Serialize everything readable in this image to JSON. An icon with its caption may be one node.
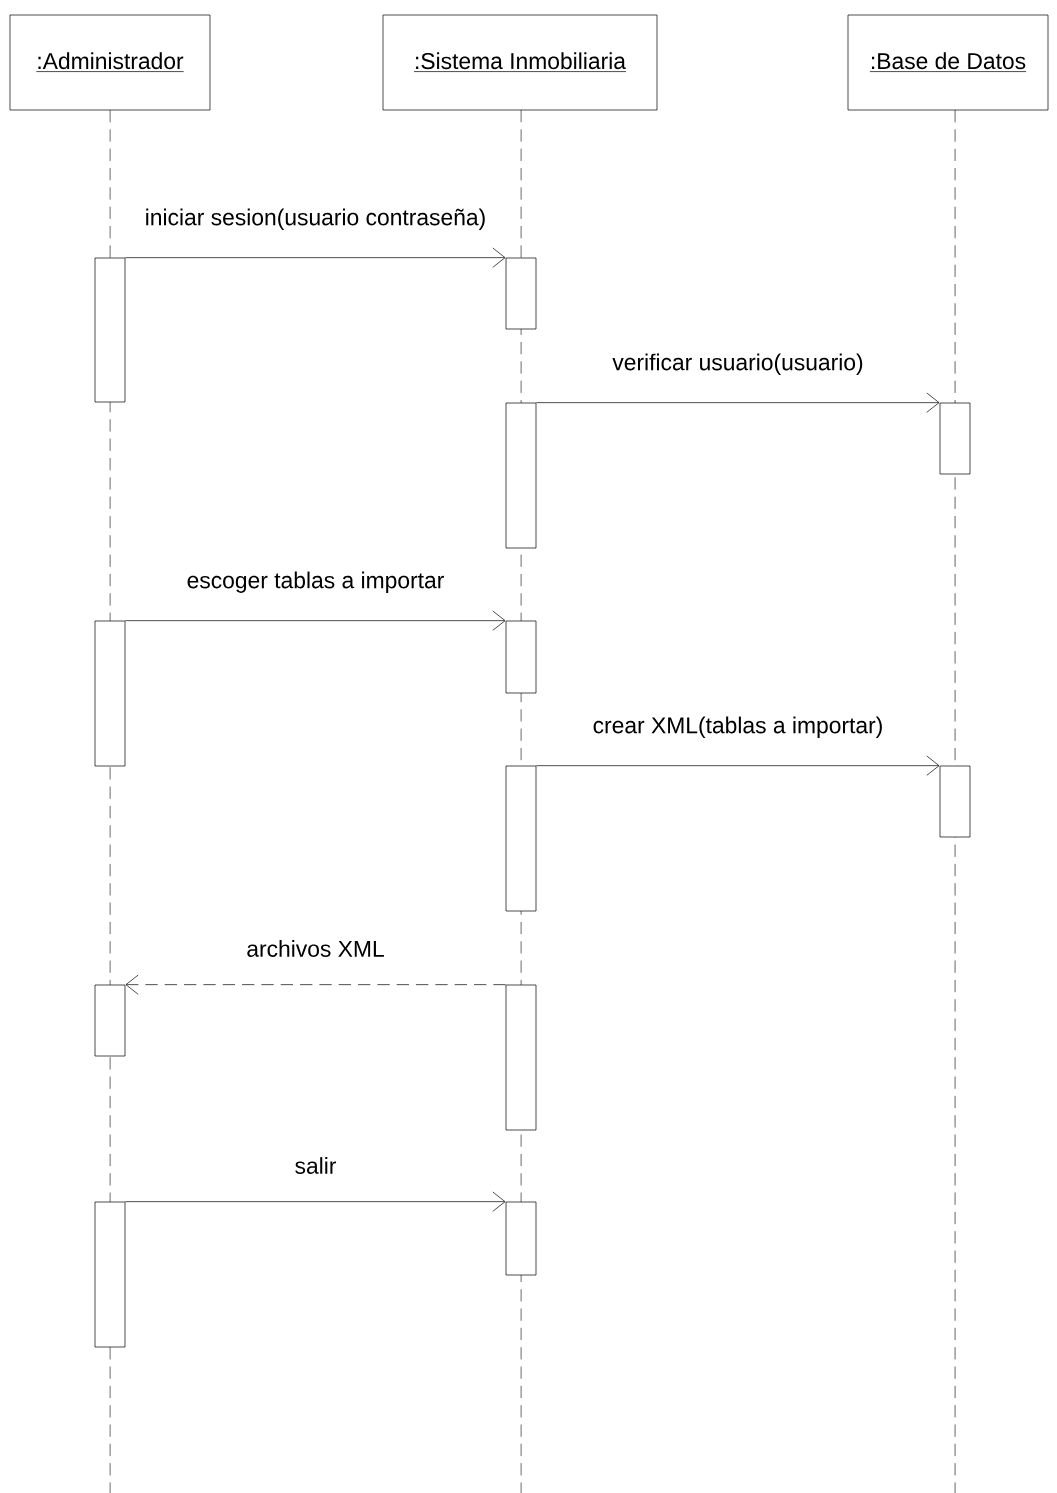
{
  "diagram": {
    "nodes": [
      {
        "text": [
          ":Administrador"
        ]
      },
      {
        "text": [
          ":Sistema Inmobiliaria"
        ]
      },
      {
        "text": [
          ":Base de Datos"
        ]
      },
      {
        "text": [],
        "shape": "bar"
      },
      {
        "text": [],
        "shape": "bar"
      },
      {
        "text": [],
        "shape": "bar"
      },
      {
        "text": [],
        "shape": "bar"
      },
      {
        "text": [],
        "shape": "bar"
      },
      {
        "text": [],
        "shape": "bar"
      },
      {
        "text": [],
        "shape": "bar"
      },
      {
        "text": [],
        "shape": "bar"
      },
      {
        "text": [],
        "shape": "bar"
      },
      {
        "text": [],
        "shape": "bar"
      },
      {
        "text": [],
        "shape": "bar"
      },
      {
        "text": [],
        "shape": "bar"
      }
    ],
    "edges": [
      {
        "from": 3,
        "to": 4,
        "arrow": "to",
        "label": "iniciar sesion(usuario contraseña)"
      },
      {
        "from": 5,
        "to": 6,
        "arrow": "to",
        "label": "verificar usuario(usuario)"
      },
      {
        "from": 7,
        "to": 8,
        "arrow": "to",
        "label": "escoger tablas a importar"
      },
      {
        "from": 9,
        "to": 10,
        "arrow": "to",
        "label": "crear XML(tablas a importar)"
      },
      {
        "from": 12,
        "to": 11,
        "arrow": "to",
        "label": "archivos XML",
        "style": "dashed"
      },
      {
        "from": 13,
        "to": 14,
        "arrow": "to",
        "label": "salir"
      }
    ]
  }
}
